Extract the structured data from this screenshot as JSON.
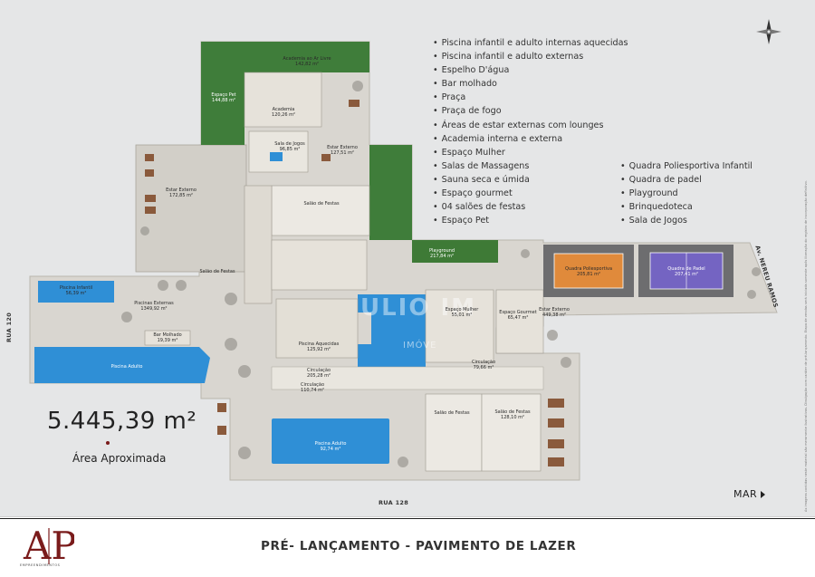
{
  "plan": {
    "area_total": "5.445,39 m²",
    "area_caption": "Área Aproximada",
    "sea_label": "MAR",
    "streets": {
      "rua120": "RUA 120",
      "rua128": "RUA 128",
      "nereu": "Av. NEREU RAMOS"
    },
    "watermark": "ULIO IM",
    "watermark_sub": "IMÓVE",
    "disclaimer": "As imagens contidas neste material são meramente ilustrativas. Divulgação com caráter de pré-lançamento. Etapa de vendas será iniciada somente após liberação do registro de incorporação definitivo.",
    "rooms": [
      {
        "name": "Academia ao Ar Livre",
        "area": "142,82 m²"
      },
      {
        "name": "Espaço Pet",
        "area": "144,88 m²"
      },
      {
        "name": "Academia",
        "area": "120,26 m²"
      },
      {
        "name": "Sala de Jogos",
        "area": "96,85 m²"
      },
      {
        "name": "Estar Externo",
        "area": "127,51 m²"
      },
      {
        "name": "Estar Externo",
        "area": "172,85 m²"
      },
      {
        "name": "Salão de Festas",
        "area": ""
      },
      {
        "name": "Salão de Festas",
        "area": ""
      },
      {
        "name": "Playground",
        "area": "217,84 m²"
      },
      {
        "name": "Quadra Poliesportiva",
        "area": "205,81 m²"
      },
      {
        "name": "Quadra de Padel",
        "area": "207,41 m²"
      },
      {
        "name": "Piscina Infantil",
        "area": "56,39 m²"
      },
      {
        "name": "Piscinas Externas",
        "area": "1349,92 m²"
      },
      {
        "name": "Bar Molhado",
        "area": "19,39 m²"
      },
      {
        "name": "Piscina Adulto",
        "area": ""
      },
      {
        "name": "Piscina Aquecidas",
        "area": "125,92 m²"
      },
      {
        "name": "Circulação",
        "area": "205,28 m²"
      },
      {
        "name": "Circulação",
        "area": "110,74 m²"
      },
      {
        "name": "Espaço Mulher",
        "area": "55,01 m²"
      },
      {
        "name": "Espaço Gourmet",
        "area": "65,47 m²"
      },
      {
        "name": "Circulação",
        "area": "79,66 m²"
      },
      {
        "name": "Estar Externo",
        "area": "449,38 m²"
      },
      {
        "name": "Salão de Festas",
        "area": ""
      },
      {
        "name": "Salão de Festas",
        "area": "128,10 m²"
      },
      {
        "name": "Piscina Adulto",
        "area": "92,74 m²"
      }
    ]
  },
  "amenities_left": [
    "Piscina infantil e adulto internas aquecidas",
    "Piscina infantil e adulto externas",
    "Espelho D'água",
    "Bar molhado",
    "Praça",
    "Praça de fogo",
    "Áreas de estar externas com lounges",
    "Academia interna e externa",
    "Espaço Mulher",
    "Salas de Massagens",
    "Sauna seca e úmida",
    "Espaço gourmet",
    "04 salões de festas",
    "Espaço Pet"
  ],
  "amenities_right": [
    "Quadra Poliesportiva Infantil",
    "Quadra de padel",
    "Playground",
    "Brinquedoteca",
    "Sala de Jogos"
  ],
  "footer": {
    "title": "PRÉ- LANÇAMENTO - PAVIMENTO DE LAZER",
    "logo_text": "AP",
    "logo_sub": "EMPREENDIMENTOS"
  },
  "colors": {
    "grass": "#3f7d3a",
    "water": "#2f8fd6",
    "court_orange": "#e08a3b",
    "court_purple": "#7464c2",
    "paving": "#d6d3cd",
    "brand_red": "#7a1b1b"
  }
}
